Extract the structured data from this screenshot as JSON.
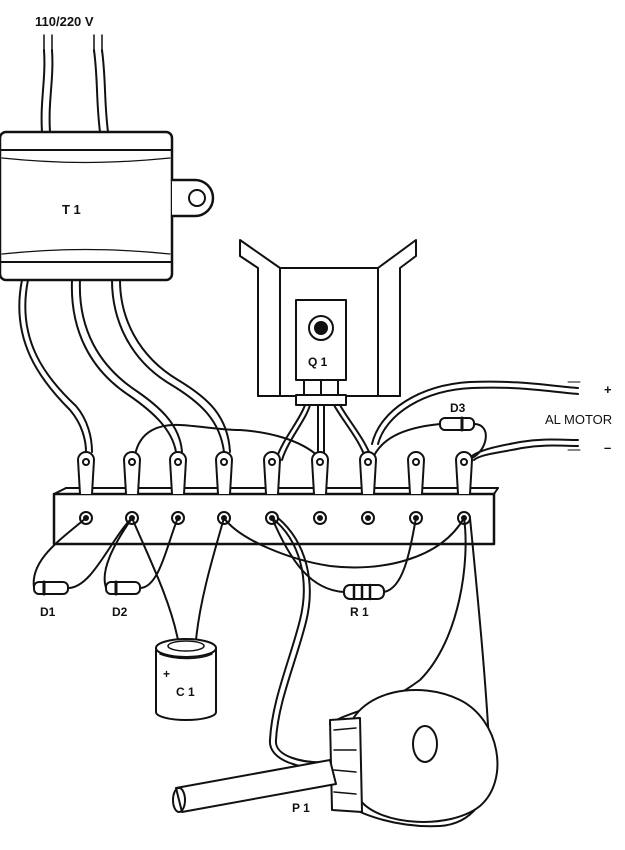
{
  "labels": {
    "supply": "110/220 V",
    "t1": "T 1",
    "q1": "Q 1",
    "d3": "D3",
    "motor": "AL MOTOR",
    "plus": "+",
    "minus": "–",
    "d1": "D1",
    "d2": "D2",
    "r1": "R 1",
    "c1": "C 1",
    "c1_plus": "+",
    "p1": "P 1"
  },
  "colors": {
    "ink": "#111111",
    "paper": "#ffffff"
  }
}
